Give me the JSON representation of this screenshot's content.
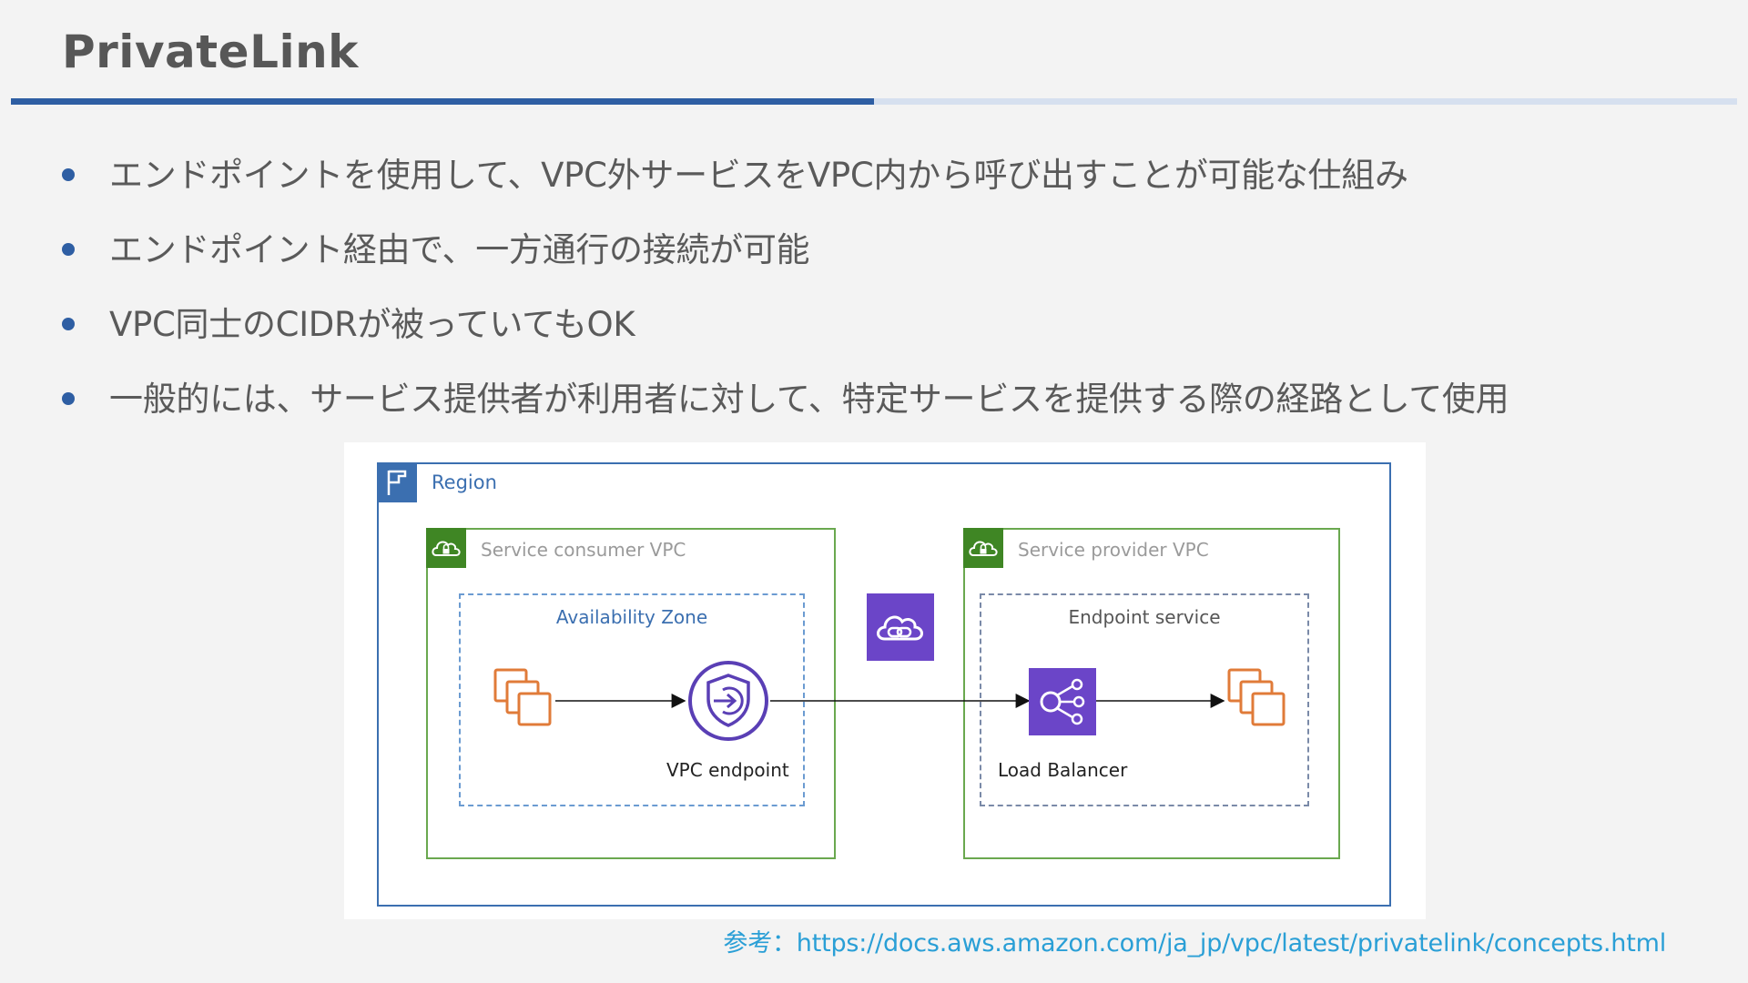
{
  "slide": {
    "title": "PrivateLink"
  },
  "bullets": [
    {
      "text": "エンドポイントを使用して、VPC外サービスをVPC内から呼び出すことが可能な仕組み"
    },
    {
      "text": "エンドポイント経由で、一方通行の接続が可能"
    },
    {
      "text": "VPC同士のCIDRが被っていてもOK"
    },
    {
      "text": "一般的には、サービス提供者が利用者に対して、特定サービスを提供する際の経路として使用"
    }
  ],
  "diagram": {
    "region_label": "Region",
    "consumer_vpc_label": "Service consumer VPC",
    "provider_vpc_label": "Service provider VPC",
    "availability_zone_label": "Availability Zone",
    "endpoint_service_label": "Endpoint service",
    "vpc_endpoint_label": "VPC endpoint",
    "load_balancer_label": "Load Balancer",
    "icons": {
      "region": "region-flag-icon",
      "vpc": "vpc-cloud-lock-icon",
      "instances": "ec2-instances-icon",
      "endpoint": "vpc-endpoint-icon",
      "privatelink": "privatelink-icon",
      "load_balancer": "load-balancer-icon"
    },
    "colors": {
      "region": "#3b6fb0",
      "vpc": "#3f8624",
      "instances": "#e07b39",
      "endpoint": "#5a3fb5",
      "privatelink": "#6b45c8"
    }
  },
  "reference": {
    "text": "参考：https://docs.aws.amazon.com/ja_jp/vpc/latest/privatelink/concepts.html"
  },
  "colors": {
    "accent": "#2e5ea3",
    "link": "#2a9fd6"
  }
}
